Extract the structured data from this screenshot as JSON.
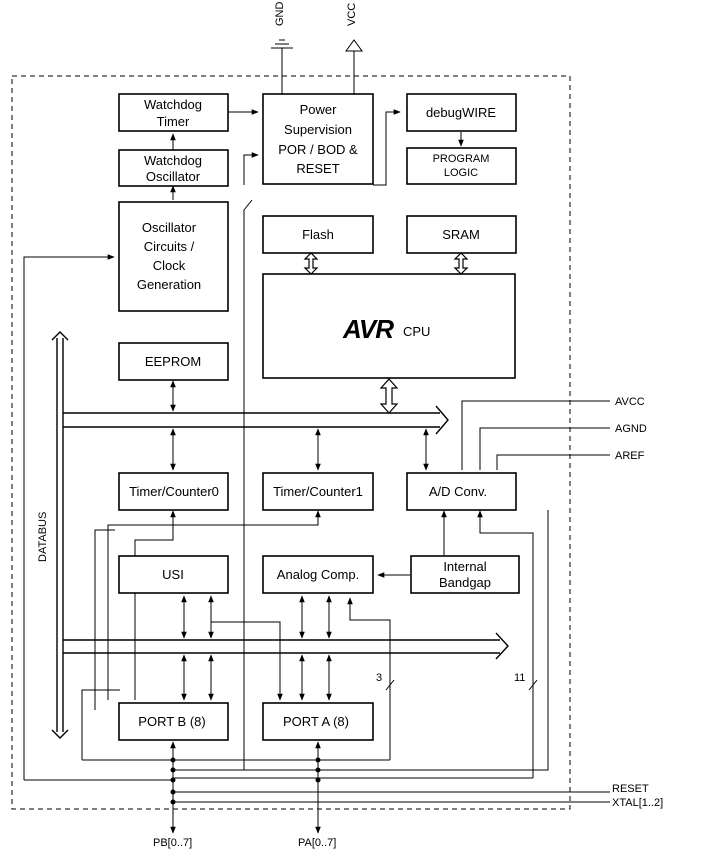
{
  "blocks": {
    "watchdog_timer": [
      "Watchdog",
      "Timer"
    ],
    "watchdog_oscillator": [
      "Watchdog",
      "Oscillator"
    ],
    "oscillator": [
      "Oscillator",
      "Circuits /",
      "Clock",
      "Generation"
    ],
    "power_supervision": [
      "Power",
      "Supervision",
      "POR / BOD &",
      "RESET"
    ],
    "debugwire": "debugWIRE",
    "program_logic": [
      "PROGRAM",
      "LOGIC"
    ],
    "flash": "Flash",
    "sram": "SRAM",
    "cpu_logo": "AVR",
    "cpu_label": "CPU",
    "eeprom": "EEPROM",
    "timer0": "Timer/Counter0",
    "timer1": "Timer/Counter1",
    "adc": "A/D Conv.",
    "usi": "USI",
    "analog_comp": "Analog Comp.",
    "bandgap": [
      "Internal",
      "Bandgap"
    ],
    "port_b": "PORT B (8)",
    "port_a": "PORT A (8)"
  },
  "signals": {
    "gnd": "GND",
    "vcc": "VCC",
    "avcc": "AVCC",
    "agnd": "AGND",
    "aref": "AREF",
    "reset": "RESET",
    "xtal": "XTAL[1..2]",
    "pb": "PB[0..7]",
    "pa": "PA[0..7]",
    "databus": "DATABUS",
    "bus_width_3": "3",
    "bus_width_11": "11"
  }
}
